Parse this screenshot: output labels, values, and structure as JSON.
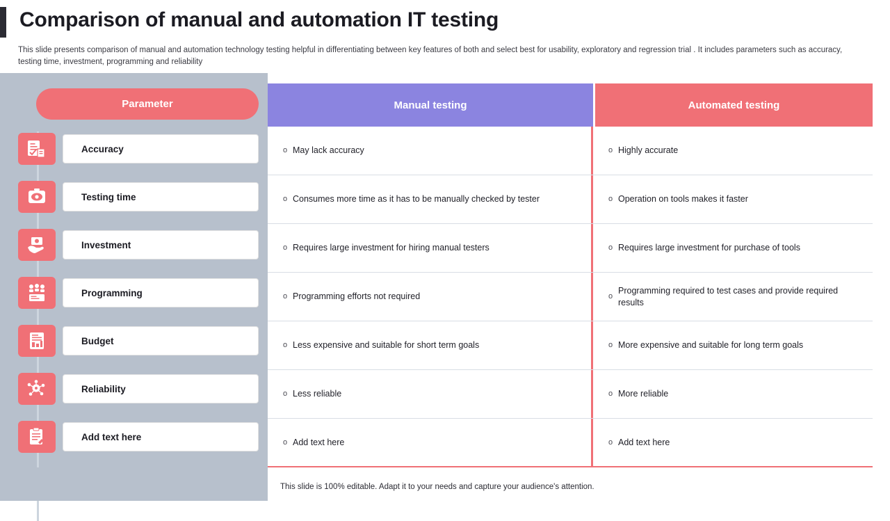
{
  "title": "Comparison of manual and automation IT testing",
  "subtitle": "This slide presents comparison of manual and automation technology testing helpful in differentiating between key features of both and select best for usability, exploratory and regression trial . It includes parameters such as accuracy, testing time, investment, programming and reliability",
  "colors": {
    "accent_red": "#f07076",
    "accent_purple": "#8b84e0",
    "panel_gray": "#b7c0cc",
    "title_dark": "#2b2b33"
  },
  "left_panel": {
    "header": "Parameter",
    "items": [
      {
        "label": "Accuracy",
        "icon": "document-check-icon"
      },
      {
        "label": "Testing time",
        "icon": "stopwatch-icon"
      },
      {
        "label": "Investment",
        "icon": "money-hand-icon"
      },
      {
        "label": "Programming",
        "icon": "team-network-icon"
      },
      {
        "label": "Budget",
        "icon": "budget-report-icon"
      },
      {
        "label": "Reliability",
        "icon": "reliability-gear-icon"
      },
      {
        "label": "Add text here",
        "icon": "clipboard-icon"
      }
    ]
  },
  "table": {
    "headers": [
      "Manual testing",
      "Automated testing"
    ],
    "bullet": "o",
    "rows": [
      {
        "manual": "May lack accuracy",
        "automated": "Highly accurate"
      },
      {
        "manual": "Consumes more time as it has to be manually checked by tester",
        "automated": "Operation on tools makes it faster"
      },
      {
        "manual": "Requires large investment for hiring manual testers",
        "automated": "Requires large investment for purchase of tools"
      },
      {
        "manual": "Programming efforts not required",
        "automated": "Programming required to test cases and provide required results"
      },
      {
        "manual": "Less expensive and suitable for short term goals",
        "automated": "More expensive and suitable for long term goals"
      },
      {
        "manual": "Less reliable",
        "automated": "More reliable"
      },
      {
        "manual": "Add text here",
        "automated": "Add text here"
      }
    ]
  },
  "footer": "This slide is 100% editable. Adapt it to your needs and capture your audience's attention."
}
